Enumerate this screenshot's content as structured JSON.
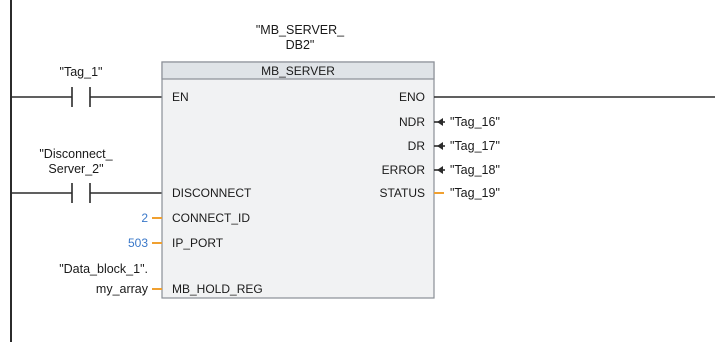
{
  "block": {
    "instance_line1": "\"MB_SERVER_",
    "instance_line2": "DB2\"",
    "title": "MB_SERVER",
    "inputs": [
      "EN",
      "DISCONNECT",
      "CONNECT_ID",
      "IP_PORT",
      "MB_HOLD_REG"
    ],
    "outputs": [
      "ENO",
      "NDR",
      "DR",
      "ERROR",
      "STATUS"
    ]
  },
  "contacts": [
    {
      "name_lines": [
        "\"Tag_1\""
      ]
    },
    {
      "name_lines": [
        "\"Disconnect_",
        "Server_2\""
      ]
    }
  ],
  "params": {
    "connect_id": "2",
    "ip_port": "503",
    "hold_reg_line1": "\"Data_block_1\".",
    "hold_reg_line2": "my_array"
  },
  "output_tags": {
    "ndr": "\"Tag_16\"",
    "dr": "\"Tag_17\"",
    "error": "\"Tag_18\"",
    "status": "\"Tag_19\""
  },
  "colors": {
    "line": "#2b2b2b",
    "block_fill": "#f1f2f3",
    "block_border": "#8a8f96",
    "header_fill": "#dfe3e7",
    "connector_orange": "#f0a030",
    "number_blue": "#3a78c9"
  }
}
